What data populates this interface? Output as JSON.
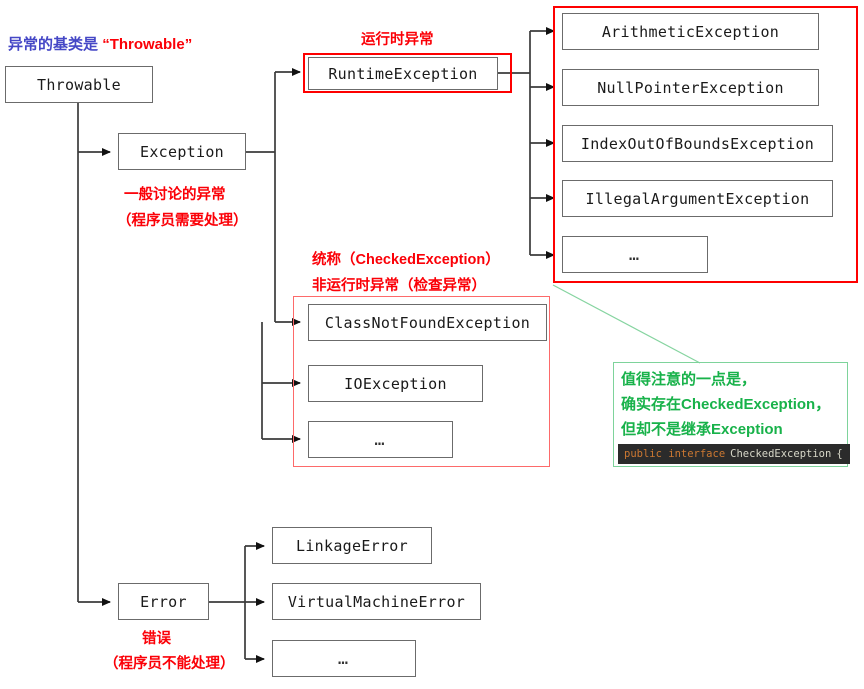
{
  "diagram": {
    "title_prefix": "异常的基类是",
    "title_quoted": "“Throwable”",
    "nodes": {
      "throwable": "Throwable",
      "exception": "Exception",
      "error": "Error",
      "runtime_exception": "RuntimeException",
      "arithmetic": "ArithmeticException",
      "nullpointer": "NullPointerException",
      "indexoob": "IndexOutOfBoundsException",
      "illegalarg": "IllegalArgumentException",
      "runtime_more": "…",
      "classnotfound": "ClassNotFoundException",
      "ioexception": "IOException",
      "checked_more": "…",
      "linkage": "LinkageError",
      "virtualmachine": "VirtualMachineError",
      "error_more": "…"
    },
    "annotations": {
      "runtime_label": "运行时异常",
      "exception_line1": "一般讨论的异常",
      "exception_line2": "（程序员需要处理）",
      "checked_line1": "统称（CheckedException）",
      "checked_line2": "非运行时异常（检查异常）",
      "error_line1": "错误",
      "error_line2": "（程序员不能处理）",
      "green_line1": "值得注意的一点是，",
      "green_line2": "确实存在CheckedException，",
      "green_line3": "但却不是继承Exception"
    },
    "code_snippet": {
      "keyword": "public interface",
      "identifier": "CheckedException",
      "brace": "{"
    },
    "colors": {
      "accent_red": "#fe0000",
      "accent_green": "#18b24a",
      "accent_blue": "#4547c6",
      "node_border": "#6b6b6b",
      "code_bg": "#2b2b2b"
    }
  }
}
